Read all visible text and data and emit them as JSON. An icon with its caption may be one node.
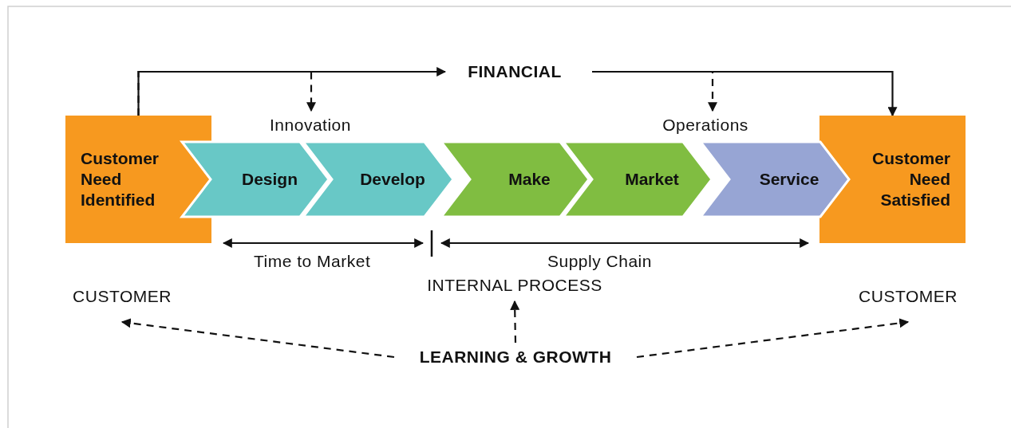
{
  "diagram": {
    "nodes": [
      {
        "text": [
          "Customer Need Identified"
        ]
      },
      {
        "text": [
          "Design"
        ]
      },
      {
        "text": [
          "Develop"
        ]
      },
      {
        "text": [
          "Make"
        ]
      },
      {
        "text": [
          "Market"
        ]
      },
      {
        "text": [
          "Service"
        ]
      },
      {
        "text": [
          "Customer Need Satisfied"
        ]
      },
      {
        "text": [
          "FINANCIAL"
        ]
      },
      {
        "text": [
          "Innovation"
        ]
      },
      {
        "text": [
          "Operations"
        ]
      },
      {
        "text": [
          "CUSTOMER"
        ]
      },
      {
        "text": [
          "INTERNAL PROCESS"
        ]
      },
      {
        "text": [
          "CUSTOMER"
        ]
      },
      {
        "text": [
          "LEARNING & GROWTH"
        ]
      }
    ],
    "edges": [
      {
        "from": 0,
        "to": 7,
        "arrow": "to"
      },
      {
        "from": 7,
        "to": 6,
        "arrow": "to"
      },
      {
        "from": 0,
        "to": 8,
        "arrow": "to",
        "style": "dashed"
      },
      {
        "from": 7,
        "to": 9,
        "arrow": "to",
        "style": "dashed"
      },
      {
        "from": 13,
        "to": 10,
        "arrow": "to",
        "style": "dashed"
      },
      {
        "from": 13,
        "to": 11,
        "arrow": "to",
        "style": "dashed"
      },
      {
        "from": 13,
        "to": 12,
        "arrow": "to",
        "style": "dashed"
      }
    ],
    "labels": [
      "Time to Market",
      "Supply Chain"
    ]
  }
}
